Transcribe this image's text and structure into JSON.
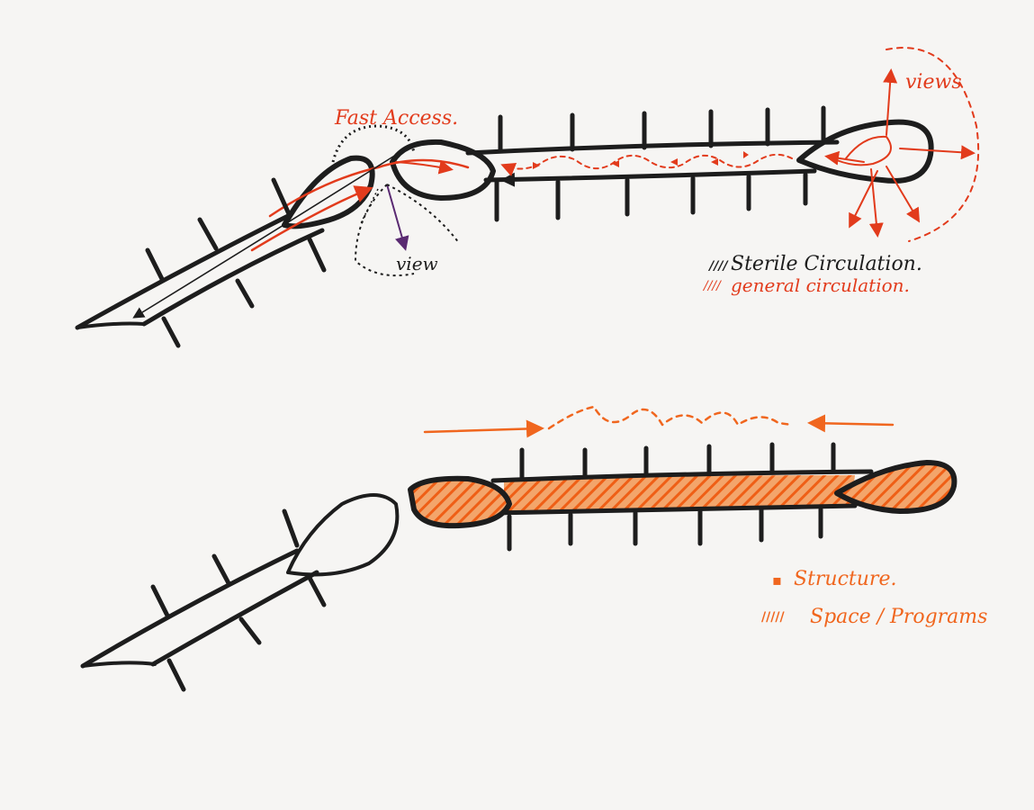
{
  "colors": {
    "ink": "#1d1d1d",
    "red": "#e23b1c",
    "orange": "#f0661e",
    "purple": "#5a2a72",
    "paper": "#f6f5f3"
  },
  "top_sketch": {
    "label_fast_access": "Fast Access.",
    "label_views": "views",
    "label_view": "view"
  },
  "top_legend": {
    "sterile_swatch": "////",
    "sterile_label": "Sterile Circulation.",
    "general_swatch": "////",
    "general_label": "general circulation."
  },
  "bottom_legend": {
    "structure_swatch": "▪",
    "structure_label": "Structure.",
    "space_swatch": "/////",
    "space_label": "Space / Programs"
  }
}
